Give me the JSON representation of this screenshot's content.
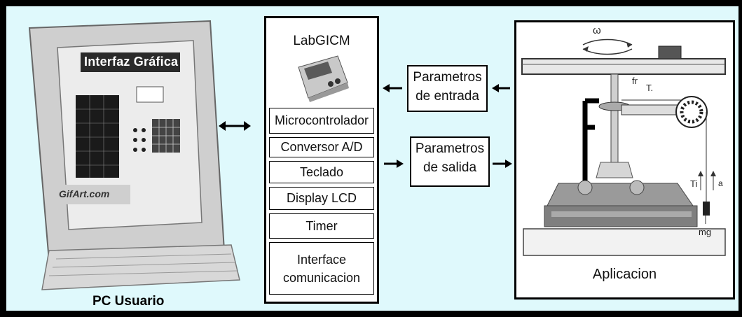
{
  "pc": {
    "screen_title": "Interfaz Gráfica",
    "brand": "GifArt.com",
    "label": "PC Usuario"
  },
  "controller": {
    "title": "LabGICM",
    "modules": [
      "Microcontrolador",
      "Conversor A/D",
      "Teclado",
      "Display LCD",
      "Timer",
      "Interface comunicacion"
    ]
  },
  "params": {
    "input": [
      "Parametros",
      "de entrada"
    ],
    "output": [
      "Parametros",
      "de salida"
    ]
  },
  "application": {
    "label": "Aplicacion",
    "omega": "ω",
    "f_label": "fr",
    "t_label": "T.",
    "ti_label": "Ti",
    "a_label": "a",
    "mg_label": "mg"
  },
  "colors": {
    "background": "#dff9fc",
    "border": "#000000"
  }
}
